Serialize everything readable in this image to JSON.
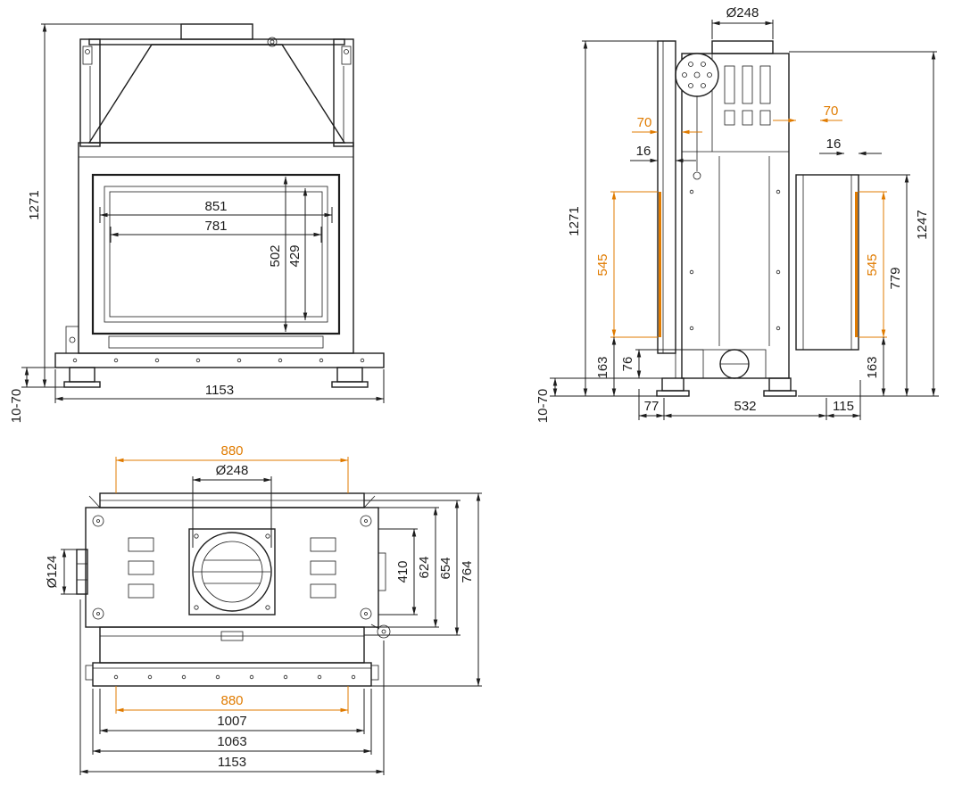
{
  "drawing": {
    "accent_color": "#e07b00",
    "line_color": "#1d1d1d"
  },
  "front_view": {
    "total_height": "1271",
    "glass_width_outer": "851",
    "glass_width_inner": "781",
    "glass_height_outer": "502",
    "glass_height_inner": "429",
    "total_width": "1153",
    "foot_adjustment": "10-70"
  },
  "side_view": {
    "flue_diameter": "Ø248",
    "top_offset_left": "70",
    "panel_gap_left": "16",
    "top_offset_right": "70",
    "panel_gap_right": "16",
    "total_height": "1271",
    "cladding_left": "545",
    "base_left": "163",
    "duct_height": "76",
    "cladding_right": "545",
    "base_right": "163",
    "panel_height": "779",
    "body_height": "1247",
    "foot_front": "77",
    "foot_span": "532",
    "foot_rear": "115",
    "foot_adjustment": "10-70"
  },
  "top_view": {
    "cladding_width_rear": "880",
    "flue_diameter": "Ø248",
    "side_outlet_diameter": "Ø124",
    "firebox_depth": "410",
    "body_depth": "624",
    "frame_depth": "654",
    "total_depth": "764",
    "cladding_width_front": "880",
    "front_plate_width": "1007",
    "frame_width": "1063",
    "total_width": "1153"
  }
}
